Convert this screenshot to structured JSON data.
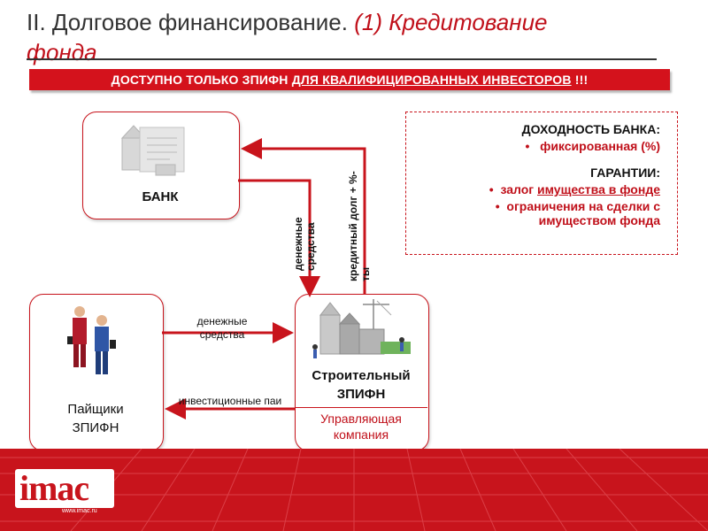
{
  "title": {
    "prefix": "II. Долговое финансирование. ",
    "accent": "(1) Кредитование",
    "line2": "фонда"
  },
  "banner": {
    "prefix": "ДОСТУПНО ТОЛЬКО ЗПИФН ",
    "underlined": "ДЛЯ КВАЛИФИЦИРОВАННЫХ ИНВЕСТОРОВ",
    "suffix": " !!!"
  },
  "bank": {
    "label": "БАНК"
  },
  "info": {
    "yield_heading": "ДОХОДНОСТЬ БАНКА:",
    "yield_items": [
      "фиксированная (%)"
    ],
    "guarantee_heading": "ГАРАНТИИ:",
    "guarantee_items": [
      {
        "prefix": "залог ",
        "underlined": "имущества в фонде",
        "suffix": ""
      },
      {
        "text": "ограничения на сделки с имуществом фонда"
      }
    ]
  },
  "flows": {
    "cash_to_fund": "денежные средства",
    "loan_to_bank": "кредитный долг + %-ты",
    "cash_to_fund_from_investors": "денежные средства",
    "units_to_investors": "инвестиционные паи"
  },
  "investors": {
    "label_line1": "Пайщики",
    "label_line2": "ЗПИФН"
  },
  "fund": {
    "label_line1": "Строительный",
    "label_line2": "ЗПИФН",
    "management_line1": "Управляющая",
    "management_line2": "компания"
  },
  "logo": {
    "text": "imac",
    "url": "www.imac.ru"
  },
  "colors": {
    "accent": "#c8141c",
    "text": "#111111"
  }
}
